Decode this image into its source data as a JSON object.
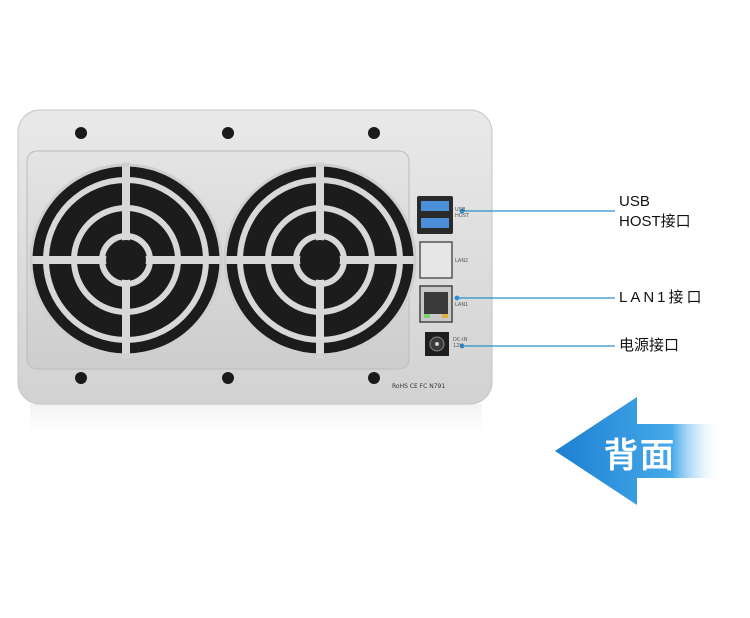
{
  "callouts": {
    "usb_line1": "USB",
    "usb_line2": "HOST接口",
    "lan": "LAN1接口",
    "power": "电源接口"
  },
  "arrow": {
    "label": "背面"
  },
  "device": {
    "port_tags": {
      "usb": "USB HOST",
      "lan2": "LAN2",
      "lan1": "LAN1",
      "dc": "DC-IN 12V"
    },
    "cert_marks": "RoHS CE FC N791"
  },
  "colors": {
    "callout_line": "#2a8fd0",
    "arrow_blue": "#3b9fe0",
    "chassis": "#dcdcdc",
    "fan_dark": "#1c1c1c"
  }
}
